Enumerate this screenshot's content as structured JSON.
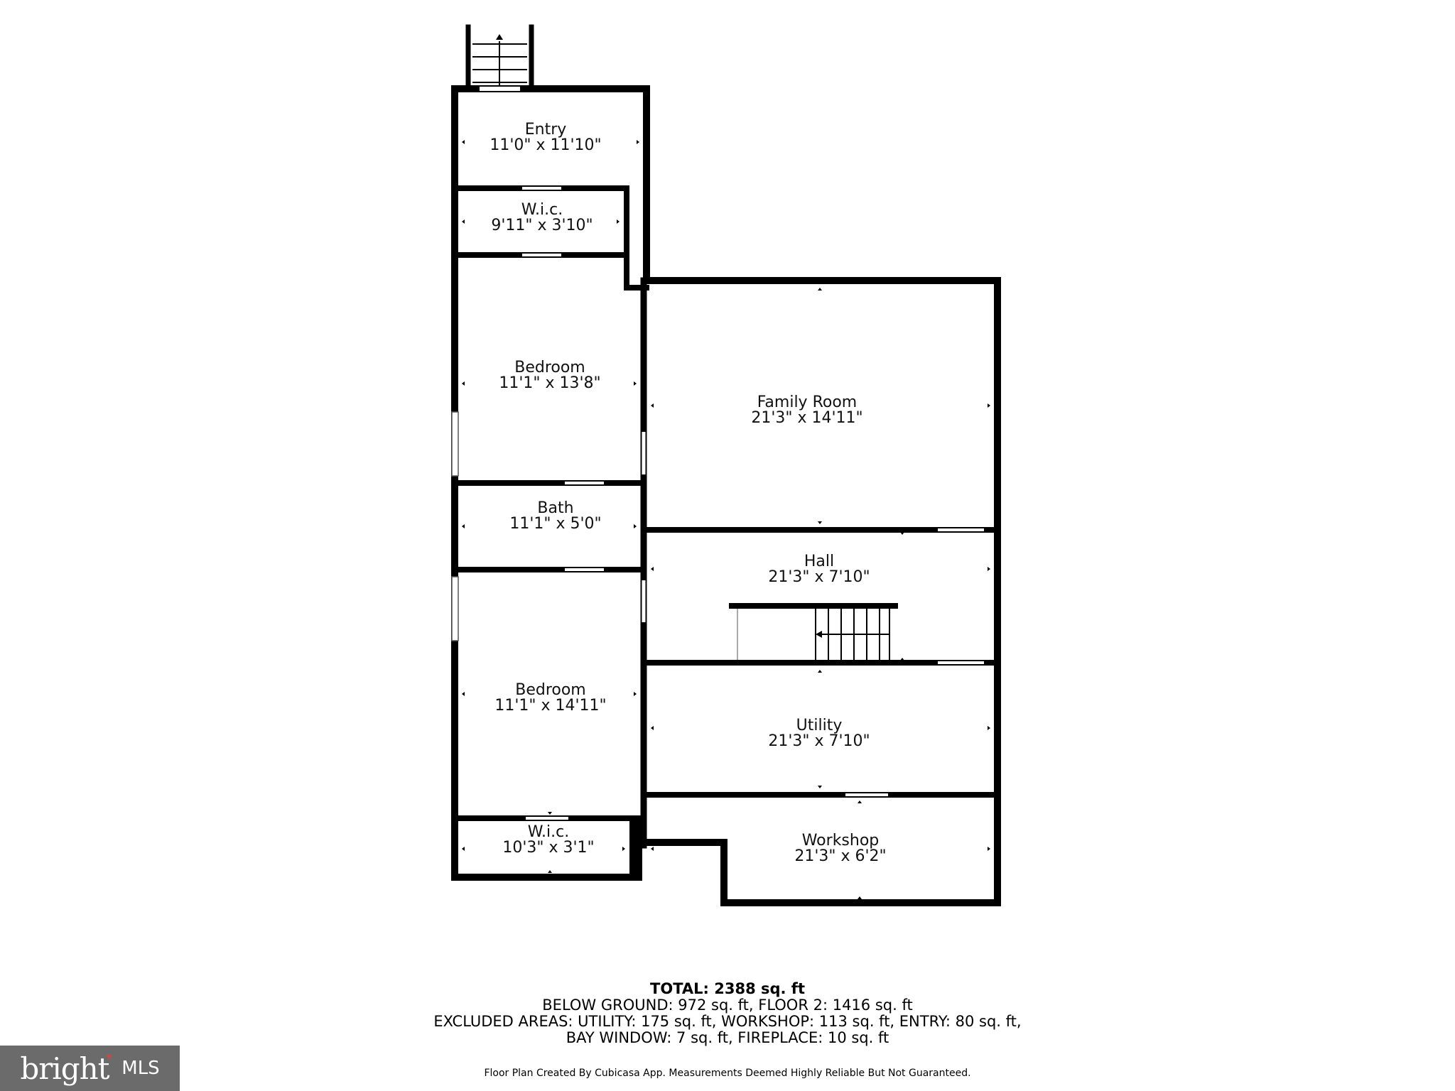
{
  "rooms": {
    "entry": {
      "name": "Entry",
      "dims": "11'0\" x 11'10\""
    },
    "wic_top": {
      "name": "W.i.c.",
      "dims": "9'11\" x 3'10\""
    },
    "bedroom_1": {
      "name": "Bedroom",
      "dims": "11'1\" x 13'8\""
    },
    "family_room": {
      "name": "Family Room",
      "dims": "21'3\" x 14'11\""
    },
    "bath": {
      "name": "Bath",
      "dims": "11'1\" x 5'0\""
    },
    "hall": {
      "name": "Hall",
      "dims": "21'3\" x 7'10\""
    },
    "bedroom_2": {
      "name": "Bedroom",
      "dims": "11'1\" x 14'11\""
    },
    "utility": {
      "name": "Utility",
      "dims": "21'3\" x 7'10\""
    },
    "wic_bottom": {
      "name": "W.i.c.",
      "dims": "10'3\" x 3'1\""
    },
    "workshop": {
      "name": "Workshop",
      "dims": "21'3\" x 6'2\""
    }
  },
  "summary": {
    "total": "TOTAL: 2388 sq. ft",
    "line1": "BELOW GROUND: 972 sq. ft, FLOOR 2: 1416 sq. ft",
    "line2": "EXCLUDED AREAS: UTILITY: 175 sq. ft, WORKSHOP: 113 sq. ft, ENTRY: 80 sq. ft,",
    "line3": "BAY WINDOW: 7 sq. ft, FIREPLACE: 10 sq. ft"
  },
  "credit": "Floor Plan Created By Cubicasa App. Measurements Deemed Highly Reliable But Not Guaranteed.",
  "logo": {
    "brand": "bright",
    "suffix": "MLS",
    "accent_color": "#e0403a"
  },
  "colors": {
    "wall": "#000000",
    "background": "#ffffff",
    "logo_bg": "#6b6b6b"
  }
}
